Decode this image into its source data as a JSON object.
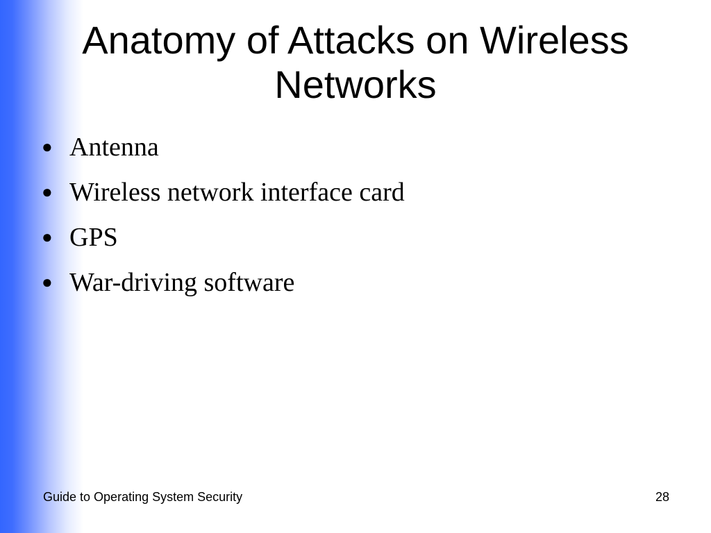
{
  "slide": {
    "title_line1": "Anatomy of Attacks on Wireless",
    "title_line2": "Networks",
    "bullets": [
      "Antenna",
      "Wireless network interface card",
      "GPS",
      "War-driving software"
    ],
    "footer": {
      "source": "Guide to Operating System Security",
      "page_number": "28"
    }
  },
  "colors": {
    "accent_gradient_start": "#3366ff",
    "background": "#ffffff",
    "text": "#000000"
  }
}
